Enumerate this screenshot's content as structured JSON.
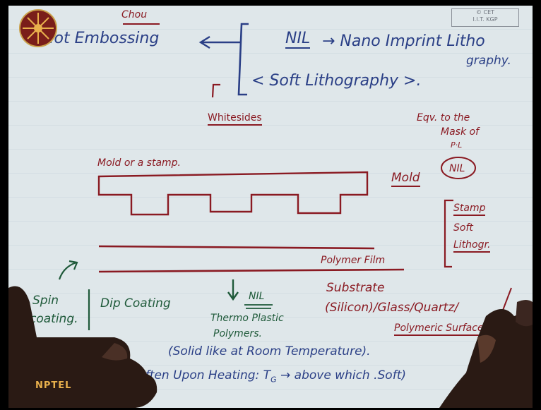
{
  "watermark": {
    "line1": "© CET",
    "line2": "I.I.T. KGP"
  },
  "top": {
    "chou": "Chou",
    "hot_embossing": "Hot Embossing",
    "nil": "NIL",
    "nano_imprint": "→ Nano Imprint Litho",
    "graphy": "graphy.",
    "soft_litho": "< Soft Lithography >.",
    "whitesides": "Whitesides"
  },
  "right_notes": {
    "equiv": "Eqv. to the",
    "mask_of": "Mask of",
    "pl": "P·L",
    "nil_circle": "NIL",
    "mold": "Mold",
    "stamp": "Stamp",
    "soft": "Soft",
    "lithogr": "Lithogr."
  },
  "diagram": {
    "mold_label": "Mold or a stamp.",
    "polymer_film": "Polymer Film"
  },
  "bottom": {
    "spin": "Spin",
    "coating": "coating.",
    "dip_coating": "Dip Coating",
    "nil": "NIL",
    "thermo_plastic": "Thermo Plastic",
    "polymers": "Polymers.",
    "substrate": "Substrate",
    "substrate_types": "(Silicon)/Glass/Quartz/",
    "polymeric_surfaces": "Polymeric Surfaces.",
    "solid_like": "(Solid like at Room Temperature).",
    "soften": "(Soften Upon Heating: T",
    "tg_sub": "G",
    "above": "→ above which .Soft)"
  },
  "logo": {
    "text": "NPTEL"
  },
  "colors": {
    "blue_ink": "#2a3f86",
    "red_ink": "#8a1a22",
    "green_ink": "#1f5a3a",
    "paper": "#dfe7ea"
  }
}
